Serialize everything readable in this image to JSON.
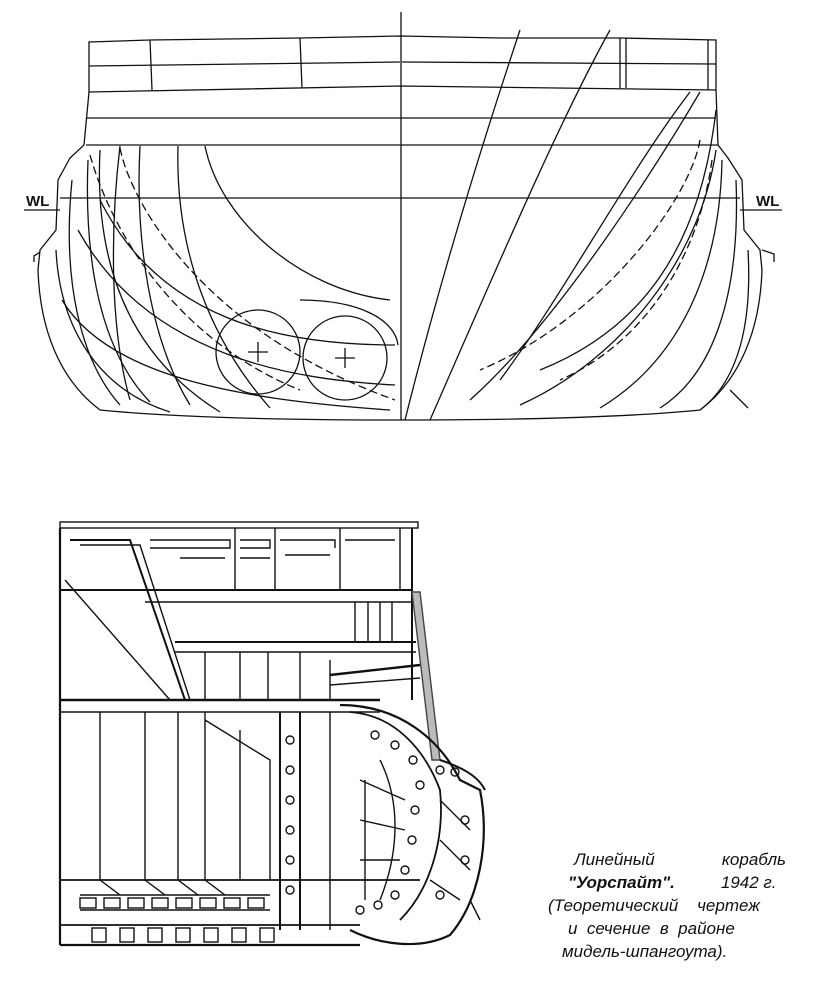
{
  "top_drawing": {
    "wl_left": "WL",
    "wl_right": "WL"
  },
  "caption": {
    "line1_words": [
      "Линейный",
      "корабль"
    ],
    "ship_name": "\"Уорспайт\".",
    "year": "1942 г.",
    "line3": "(Теоретический    чертеж",
    "line4": "и  сечение  в  районе",
    "line5": "мидель-шпангоута)."
  },
  "colors": {
    "ink": "#111111",
    "background": "#ffffff",
    "stipple": "#777777"
  }
}
